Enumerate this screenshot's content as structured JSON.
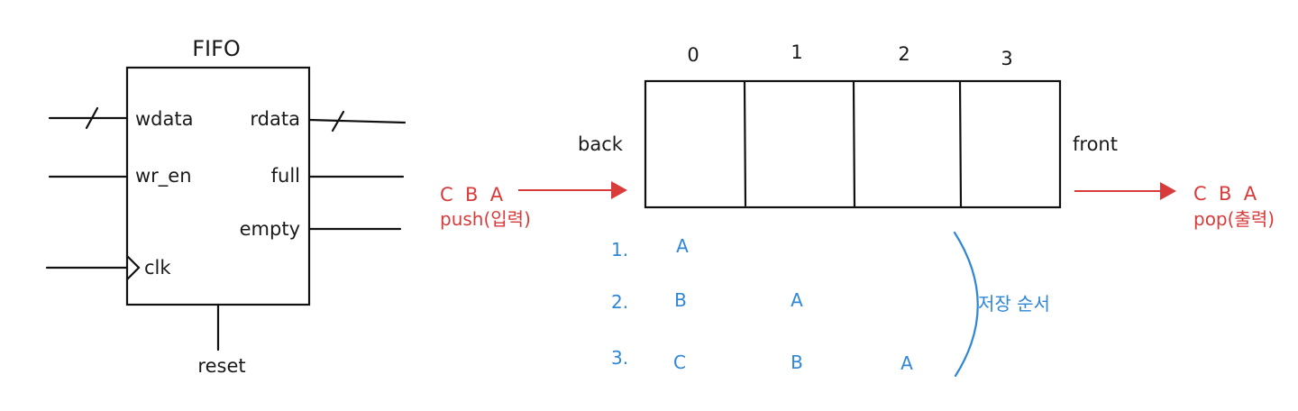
{
  "fifo": {
    "title": "FIFO",
    "inputs": [
      "wdata",
      "wr_en",
      "clk"
    ],
    "outputs": [
      "rdata",
      "full",
      "empty"
    ],
    "bottom": "reset"
  },
  "buffer": {
    "indices": [
      "0",
      "1",
      "2",
      "3"
    ],
    "back_label": "back",
    "front_label": "front"
  },
  "push": {
    "sequence": "C  B  A",
    "label": "push(입력)"
  },
  "pop": {
    "sequence": "C  B  A",
    "label": "pop(출력)"
  },
  "order": {
    "steps": [
      {
        "num": "1.",
        "slots": [
          "A"
        ]
      },
      {
        "num": "2.",
        "slots": [
          "B",
          "A"
        ]
      },
      {
        "num": "3.",
        "slots": [
          "C",
          "B",
          "A"
        ]
      }
    ],
    "caption": "저장 순서"
  },
  "colors": {
    "ink": "#111111",
    "red": "#d93a3a",
    "blue": "#2f86d6"
  }
}
